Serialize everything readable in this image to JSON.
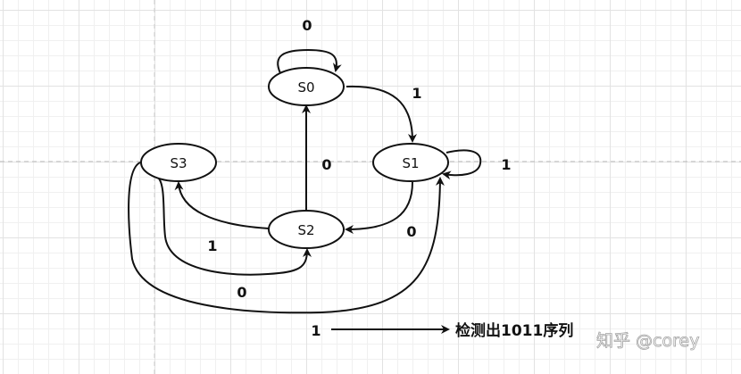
{
  "diagram": {
    "states": [
      {
        "id": "S0",
        "label": "S0"
      },
      {
        "id": "S1",
        "label": "S1"
      },
      {
        "id": "S2",
        "label": "S2"
      },
      {
        "id": "S3",
        "label": "S3"
      }
    ],
    "transitions": [
      {
        "from": "S0",
        "to": "S0",
        "label": "0"
      },
      {
        "from": "S0",
        "to": "S1",
        "label": "1"
      },
      {
        "from": "S1",
        "to": "S1",
        "label": "1"
      },
      {
        "from": "S1",
        "to": "S2",
        "label": "0"
      },
      {
        "from": "S2",
        "to": "S0",
        "label": "0"
      },
      {
        "from": "S2",
        "to": "S3",
        "label": "1"
      },
      {
        "from": "S3",
        "to": "S2",
        "label": "0"
      },
      {
        "from": "S3",
        "to": "S1",
        "label": "1"
      }
    ],
    "output": {
      "input_label": "1",
      "result_text": "检测出1011序列"
    },
    "watermark": "知乎 @corey"
  }
}
